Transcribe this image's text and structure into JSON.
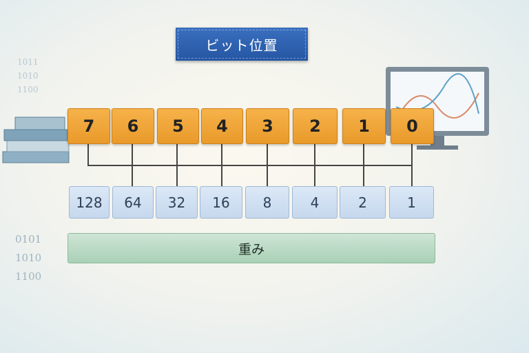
{
  "title": "ビット位置",
  "bit_positions": [
    "7",
    "6",
    "5",
    "4",
    "3",
    "2",
    "1",
    "0"
  ],
  "weights": [
    "128",
    "64",
    "32",
    "16",
    "8",
    "4",
    "2",
    "1"
  ],
  "weights_label": "重み",
  "decor_binary_top": [
    "1011",
    "1010",
    "1100"
  ],
  "decor_binary_bottom": [
    "0101",
    "1010",
    "1100"
  ]
}
